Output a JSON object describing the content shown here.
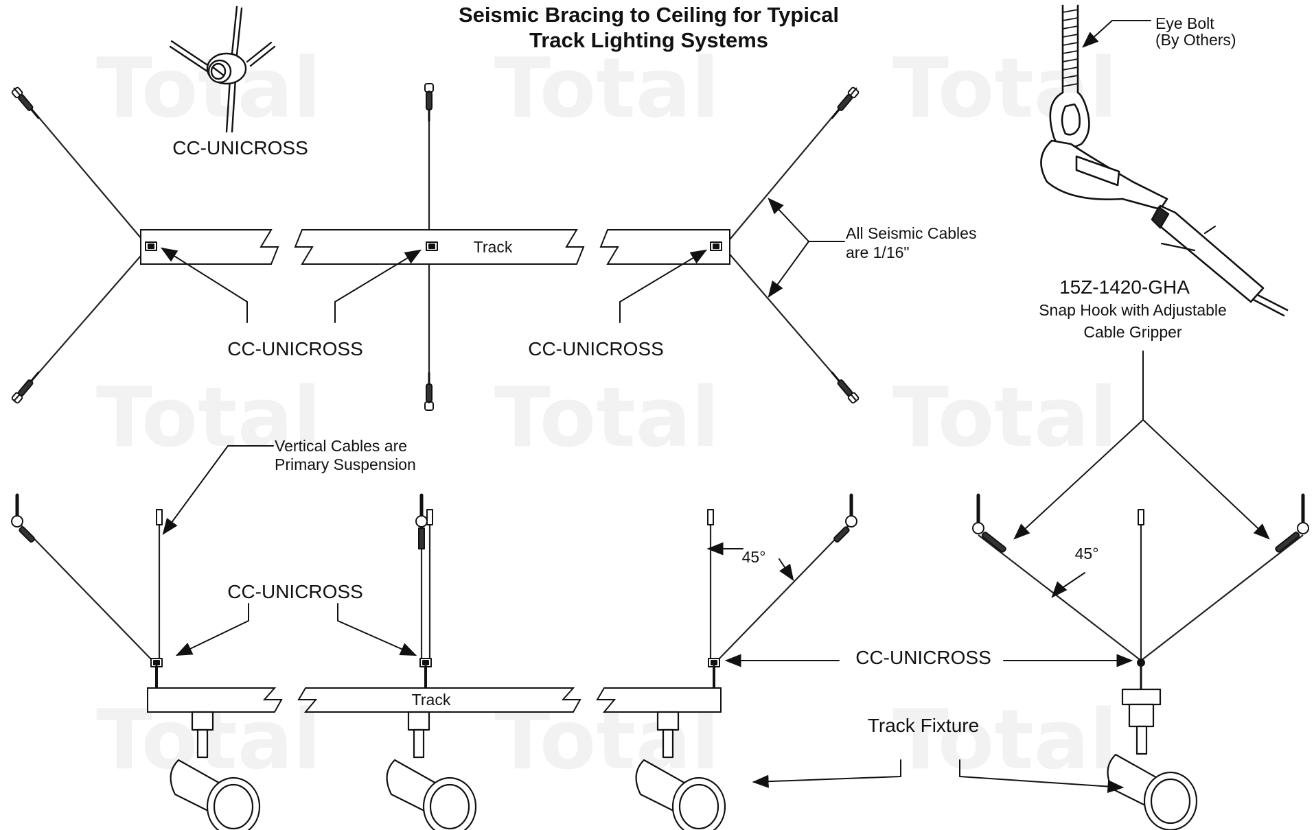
{
  "title": {
    "line1": "Seismic Bracing to Ceiling for Typical",
    "line2": "Track Lighting Systems"
  },
  "watermark": {
    "text": "Total"
  },
  "labels": {
    "cc_unicross_detail": "CC-UNICROSS",
    "cc_unicross_top_left": "CC-UNICROSS",
    "cc_unicross_top_right": "CC-UNICROSS",
    "cc_unicross_bottom": "CC-UNICROSS",
    "cc_unicross_bottom_right": "CC-UNICROSS",
    "track_top": "Track",
    "track_bottom": "Track",
    "seismic_cables_line1": "All Seismic Cables",
    "seismic_cables_line2": "are 1/16\"",
    "vertical_cables_line1": "Vertical Cables are",
    "vertical_cables_line2": "Primary Suspension",
    "eye_bolt_line1": "Eye Bolt",
    "eye_bolt_line2": "(By Others)",
    "part_number": "15Z-1420-GHA",
    "snap_hook_line1": "Snap Hook with Adjustable",
    "snap_hook_line2": "Cable Gripper",
    "angle_left": "45°",
    "angle_right": "45°",
    "track_fixture": "Track Fixture"
  }
}
